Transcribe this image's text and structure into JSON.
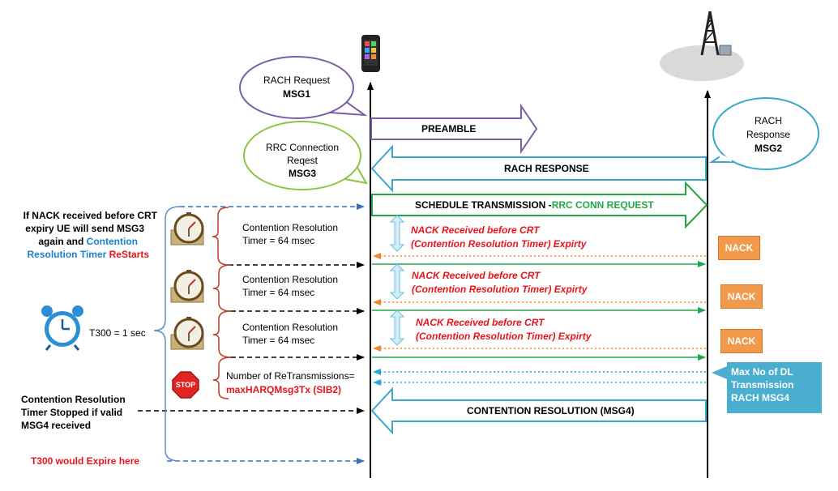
{
  "bubbles": {
    "rach_request": [
      "RACH Request",
      "MSG1"
    ],
    "rrc_request": [
      "RRC Connection",
      "Reqest",
      "MSG3"
    ],
    "rach_response": [
      "RACH",
      "Response",
      "MSG2"
    ]
  },
  "arrows": {
    "preamble": "PREAMBLE",
    "rach_response": "RACH RESPONSE",
    "schedule_black": "SCHEDULE TRANSMISSION -",
    "schedule_green": "RRC CONN REQUEST",
    "contention": "CONTENTION RESOLUTION (MSG4)"
  },
  "timers": {
    "crt_line1": "Contention Resolution",
    "crt_line2": "Timer = 64 msec",
    "t300": "T300 = 1 sec",
    "retx_line1": "Number of ReTransmissions=",
    "retx_line2": "maxHARQMsg3Tx (SIB2)"
  },
  "nack_note": {
    "line1": "NACK Received before CRT",
    "line2": "(Contention Resolution Timer) Expirty"
  },
  "nack_label": "NACK",
  "left_note": {
    "line1": "If NACK received before CRT",
    "line2": "expiry UE will send MSG3",
    "line3": "again and",
    "line3_blue": "Contention",
    "line4_blue": "Resolution Timer",
    "line4_red": "ReStarts"
  },
  "stop_note": [
    "Contention Resolution",
    "Timer Stopped if valid",
    "MSG4 received"
  ],
  "expire_note": "T300 would Expire here",
  "max_box": [
    "Max No of DL",
    "Transmission",
    "RACH MSG4"
  ],
  "stop_sign": "STOP",
  "colors": {
    "purple": "#7b5ea7",
    "teal": "#3aa8c9",
    "green": "#22a84a",
    "orange": "#f0882b",
    "blue_dash": "#3b6fb5",
    "red": "#e8141c",
    "bracket": "#c0392b",
    "timer_bracket": "#5b8fc9",
    "max_box": "#4aaed0"
  }
}
